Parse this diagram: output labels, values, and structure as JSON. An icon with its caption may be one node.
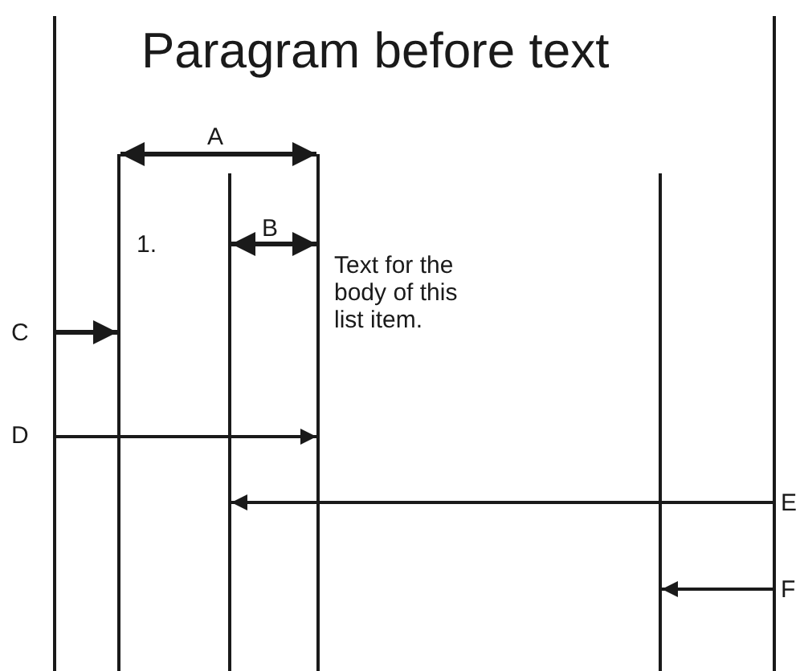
{
  "diagram": {
    "title": "Paragram before text",
    "labels": [
      "A",
      "1.",
      "B",
      "Text for the body of this list item.",
      "C",
      "D",
      "E",
      "F"
    ]
  }
}
